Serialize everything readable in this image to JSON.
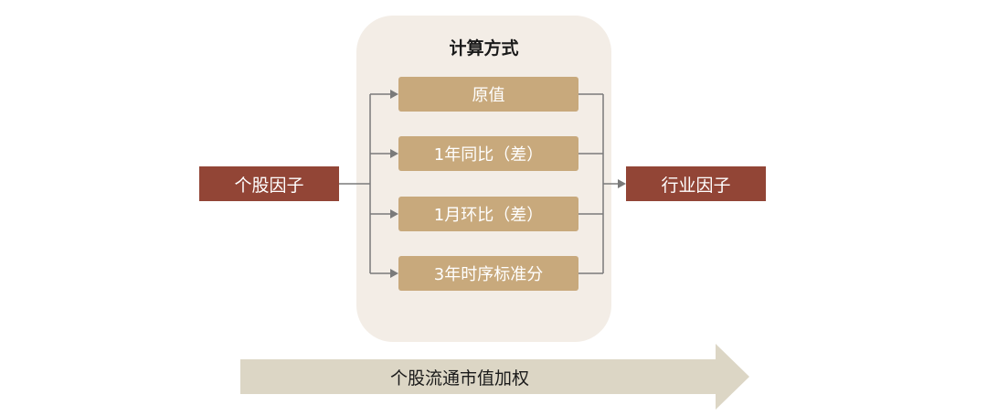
{
  "panel": {
    "title": "计算方式",
    "methods": [
      "原值",
      "1年同比（差）",
      "1月环比（差）",
      "3年时序标准分"
    ]
  },
  "input_box": {
    "label": "个股因子"
  },
  "output_box": {
    "label": "行业因子"
  },
  "weighting_arrow": {
    "label": "个股流通市值加权"
  },
  "colors": {
    "panel_bg": "#f3ede6",
    "method_box": "#c8a97c",
    "factor_box": "#924536",
    "arrow": "#dcd6c5",
    "connector": "#7a7a7a"
  }
}
